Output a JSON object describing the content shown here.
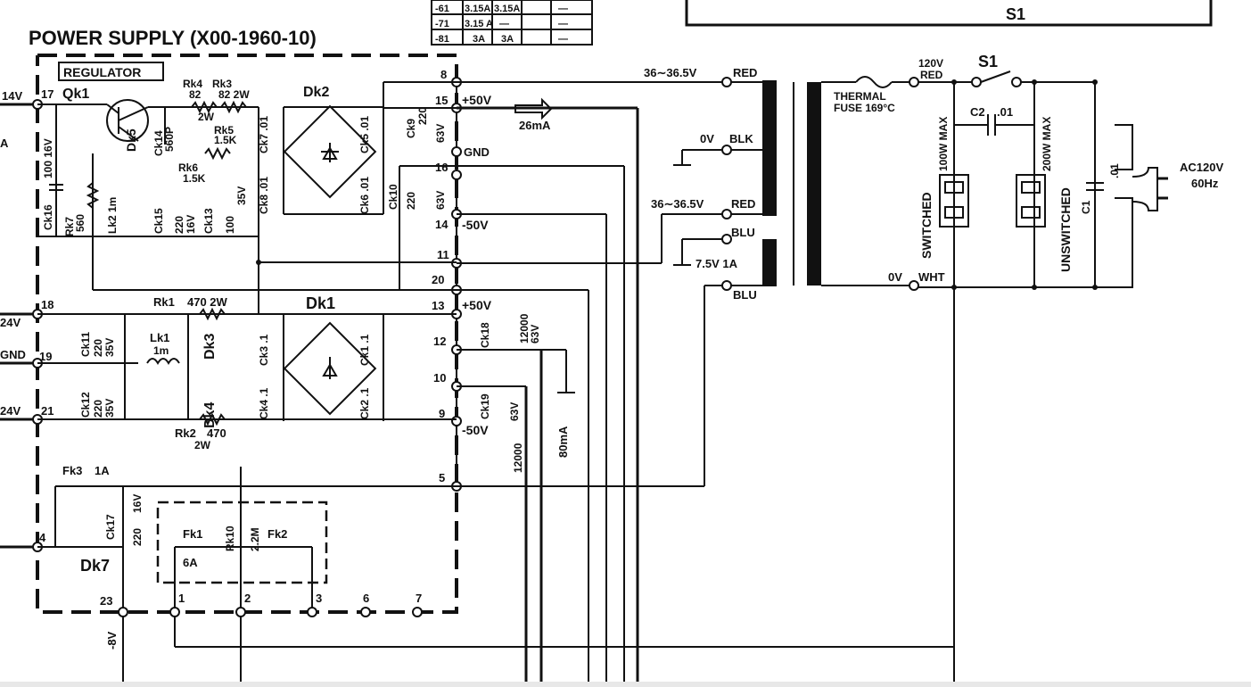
{
  "title": "POWER SUPPLY (X00-1960-10)",
  "block_label": "REGULATOR",
  "fuse_table": [
    [
      "-61",
      "3.15A",
      "3.15A",
      "—"
    ],
    [
      "-71",
      "3.15 A",
      "—",
      "—"
    ],
    [
      "-81",
      "3A",
      "3A",
      "—"
    ]
  ],
  "switch_box_label": "S1",
  "terminals": {
    "t8": "8",
    "t15": "15",
    "t16": "16",
    "t14": "14",
    "t11": "11",
    "t20": "20",
    "t13": "13",
    "t12": "12",
    "t10": "10",
    "t9": "9",
    "t5": "5",
    "t17": "17",
    "t18": "18",
    "t19": "19",
    "t21": "21",
    "t4": "4",
    "t23": "23",
    "t1": "1",
    "t2": "2",
    "t3": "3",
    "t6": "6",
    "t7": "7"
  },
  "rail_labels": {
    "p50_top": "+50V",
    "gnd": "GND",
    "n50_top": "-50V",
    "p50_bot": "+50V",
    "n50_bot": "-50V",
    "left_14v": "14V",
    "left_24v_top": "24V",
    "left_gnd": "GND",
    "left_24v_bot": "24V",
    "n8v": "-8V",
    "left_a": "A"
  },
  "currents": {
    "i26": "26mA",
    "i80": "80mA"
  },
  "components": {
    "qk1": "Qk1",
    "dk2": "Dk2",
    "dk1": "Dk1",
    "dk3": "Dk3",
    "dk4": "Dk4",
    "dk5": "Dk5",
    "dk7": "Dk7",
    "rk4": "Rk4",
    "rk4_v": "82",
    "rk3": "Rk3",
    "rk3_v": "82 2W",
    "rk4_w": "2W",
    "ck14": "Ck14",
    "ck14_v": "560P",
    "rk5": "Rk5",
    "rk5_v": "1.5K",
    "rk6": "Rk6",
    "rk6_v": "1.5K",
    "ck7": "Ck7 .01",
    "ck5": "Ck5 .01",
    "ck8": "Ck8 .01",
    "ck6": "Ck6 .01",
    "ck9": "Ck9",
    "ck9_v": "220",
    "ck9_vv": "63V",
    "ck10": "Ck10",
    "ck10_v": "220",
    "ck10_vv": "63V",
    "ck16": "Ck16",
    "ck16_v": "100 16V",
    "rk7": "Rk7",
    "rk7_v": "560",
    "lk2": "Lk2 1m",
    "ck15": "Ck15",
    "ck15_v": "220",
    "ck15_vv": "16V",
    "ck13": "Ck13",
    "ck13_v": "100",
    "ck13_vv": "35V",
    "rk1": "Rk1",
    "rk1_v": "470 2W",
    "rk2": "Rk2",
    "rk2_v": "470",
    "rk2_w": "2W",
    "ck11": "Ck11",
    "ck11_v": "220",
    "ck11_vv": "35V",
    "lk1": "Lk1",
    "lk1_v": "1m",
    "ck12": "Ck12",
    "ck12_v": "220",
    "ck12_vv": "35V",
    "ck3": "Ck3 .1",
    "ck1": "Ck1 .1",
    "ck4": "Ck4 .1",
    "ck2": "Ck2 .1",
    "ck18": "Ck18",
    "ck18_v": "12000",
    "ck18_vv": "63V",
    "ck19": "Ck19",
    "ck19_v": "12000",
    "ck19_vv": "63V",
    "fk3": "Fk3",
    "fk3_v": "1A",
    "ck17": "Ck17",
    "ck17_v": "220",
    "ck17_vv": "16V",
    "fk1": "Fk1",
    "fk1_v": "6A",
    "rk10": "Rk10",
    "rk10_v": "2.2M",
    "fk2": "Fk2"
  },
  "transformer": {
    "sec1": "36∼36.5V",
    "sec1_col": "RED",
    "sec2": "0V",
    "sec2_col": "BLK",
    "sec3": "36∼36.5V",
    "sec3_col": "RED",
    "sec4_col": "BLU",
    "sec4": "7.5V 1A",
    "sec5_col": "BLU",
    "thermal": "THERMAL",
    "thermal2": "FUSE 169°C",
    "pri_top": "120V",
    "pri_top_col": "RED",
    "pri_bot": "0V",
    "pri_bot_col": "WHT"
  },
  "ac": {
    "s1": "S1",
    "c2": "C2",
    "c2_v": ".01",
    "c1": "C1",
    "c1_v": ".01",
    "sw": "SWITCHED",
    "sw_max": "100W MAX",
    "unsw": "UNSWITCHED",
    "unsw_max": "200W MAX",
    "mains": "AC120V",
    "mains_hz": "60Hz"
  }
}
